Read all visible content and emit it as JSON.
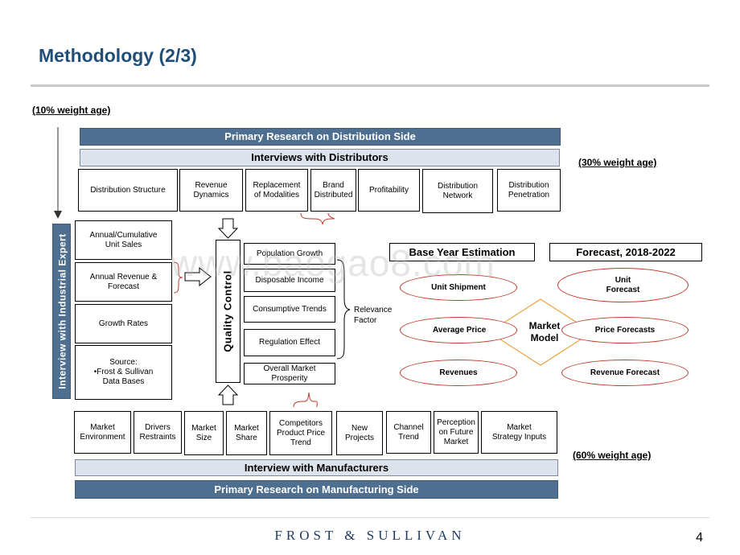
{
  "header": {
    "title": "Methodology (2/3)"
  },
  "weights": {
    "top_left": "(10% weight age)",
    "distributors": "(30% weight age)",
    "manufacturers": "(60% weight age)"
  },
  "distribution": {
    "primary_label": "Primary Research on Distribution Side",
    "interviews_label": "Interviews with Distributors",
    "boxes": [
      "Distribution Structure",
      "Revenue\nDynamics",
      "Replacement\nof Modalities",
      "Brand\nDistributed",
      "Profitability",
      "Distribution\nNetwork",
      "Distribution\nPenetration"
    ]
  },
  "expert": {
    "label": "Interview with Industrial Expert"
  },
  "left_boxes": [
    "Annual/Cumulative\nUnit Sales",
    "Annual Revenue &\nForecast",
    "Growth Rates",
    "Source:\n•Frost & Sullivan\nData Bases"
  ],
  "quality": {
    "label": "Quality Control"
  },
  "factors": [
    "Population Growth",
    "Disposable Income",
    "Consumptive Trends",
    "Regulation Effect",
    "Overall Market\nProsperity"
  ],
  "relevance": {
    "label": "Relevance\nFactor"
  },
  "estimation": {
    "base_year": "Base Year Estimation",
    "forecast": "Forecast, 2018-2022",
    "market_model": "Market\nModel",
    "left_items": [
      "Unit Shipment",
      "Average Price",
      "Revenues"
    ],
    "right_items": [
      "Unit\nForecast",
      "Price Forecasts",
      "Revenue Forecast"
    ]
  },
  "manufacturing": {
    "boxes": [
      "Market\nEnvironment",
      "Drivers\nRestraints",
      "Market\nSize",
      "Market\nShare",
      "Competitors\nProduct Price\nTrend",
      "New\nProjects",
      "Channel\nTrend",
      "Perception\non Future\nMarket",
      "Market\nStrategy Inputs"
    ],
    "interviews_label": "Interview with Manufacturers",
    "primary_label": "Primary Research on Manufacturing Side"
  },
  "footer": {
    "logo": "FROST & SULLIVAN",
    "page_number": "4"
  },
  "watermark": "www.baogao8.com",
  "colors": {
    "title": "#1f4e79",
    "bar_dark": "#4f6f90",
    "bar_light": "#dde3ec",
    "ellipse_border": "#c0392b",
    "diamond_border": "#e8a33d"
  }
}
